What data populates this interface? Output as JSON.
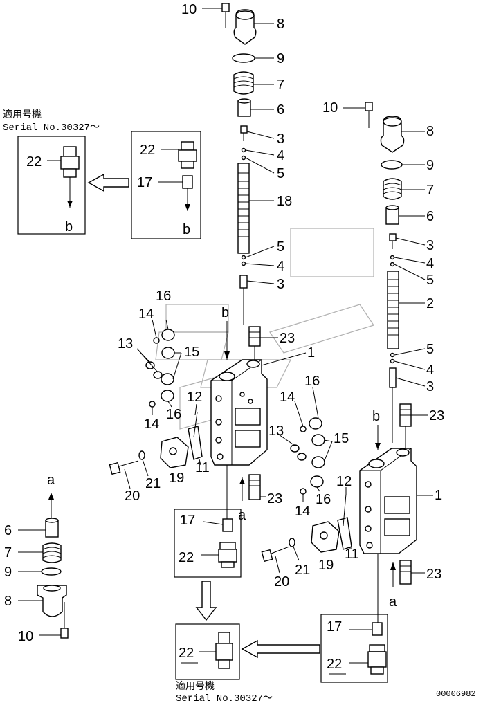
{
  "note_top_left": {
    "line1": "適用号機",
    "line2": "Serial No.30327～"
  },
  "note_bottom": {
    "line1": "適用号機",
    "line2": "Serial No.30327～"
  },
  "doc_number": "00006982",
  "letters": {
    "a": "a",
    "b": "b"
  },
  "labels": {
    "n1": "1",
    "n2": "2",
    "n3": "3",
    "n4": "4",
    "n5": "5",
    "n6": "6",
    "n7": "7",
    "n8": "8",
    "n9": "9",
    "n10": "10",
    "n11": "11",
    "n12": "12",
    "n13": "13",
    "n14": "14",
    "n15": "15",
    "n16": "16",
    "n17": "17",
    "n18": "18",
    "n19": "19",
    "n20": "20",
    "n21": "21",
    "n22": "22",
    "n23": "23"
  },
  "colors": {
    "line": "#000000",
    "background": "#ffffff",
    "ghost": "#b0b0b0"
  }
}
